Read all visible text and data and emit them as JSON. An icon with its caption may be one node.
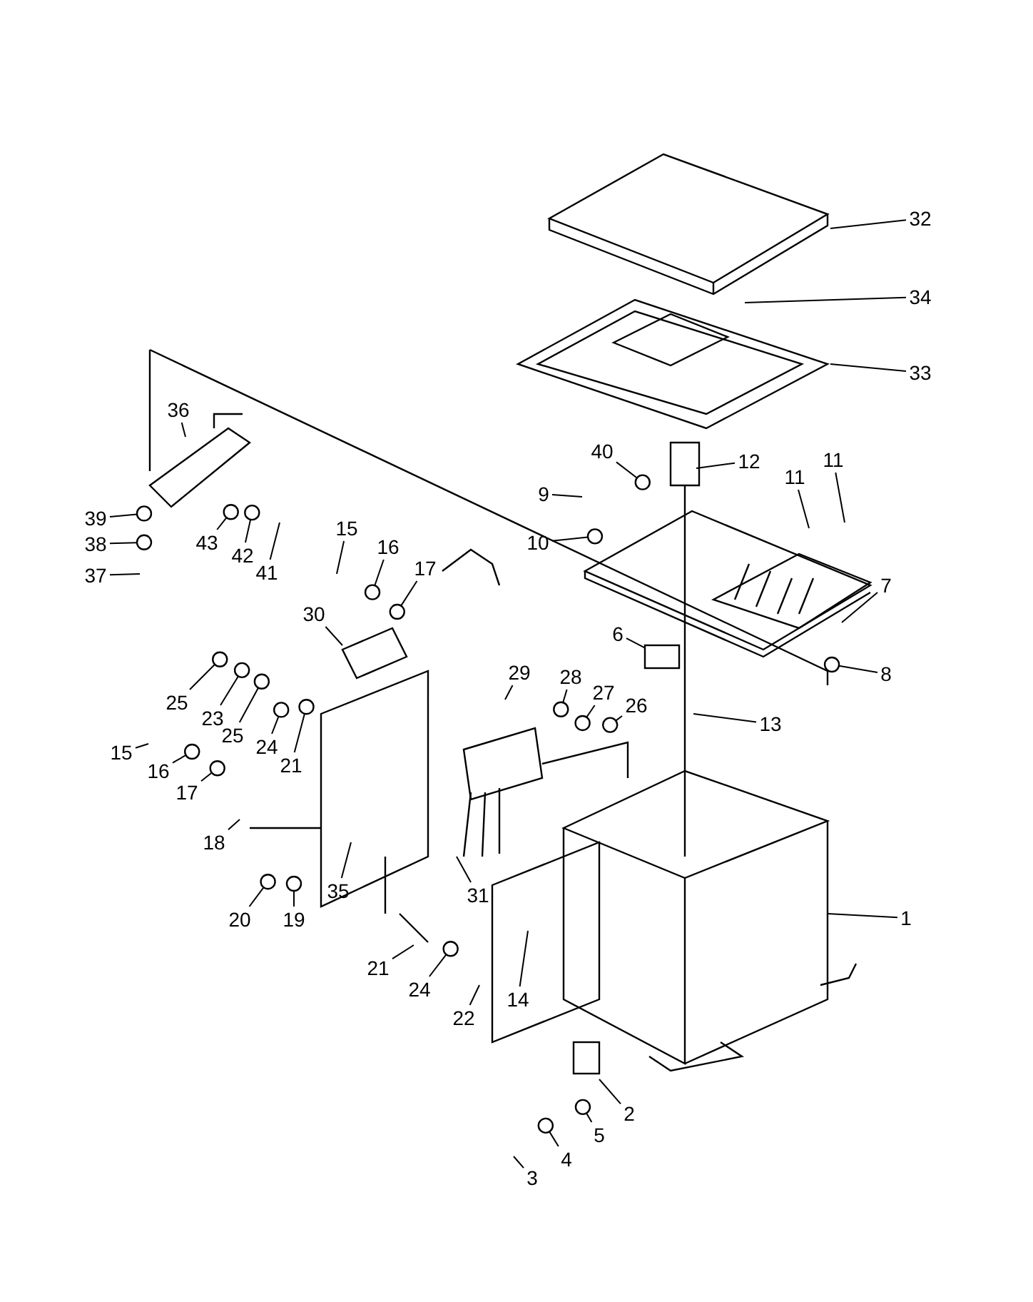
{
  "diagram": {
    "nodes": [
      {
        "text": [
          "32"
        ]
      },
      {
        "text": [
          "34"
        ]
      },
      {
        "text": [
          "33"
        ]
      },
      {
        "text": [
          "36"
        ]
      },
      {
        "text": [
          "40"
        ]
      },
      {
        "text": [
          "12"
        ]
      },
      {
        "text": [
          "11"
        ]
      },
      {
        "text": [
          "11"
        ]
      },
      {
        "text": [
          "9"
        ]
      },
      {
        "text": [
          "39"
        ]
      },
      {
        "text": [
          "38"
        ]
      },
      {
        "text": [
          "10"
        ]
      },
      {
        "text": [
          "43"
        ]
      },
      {
        "text": [
          "42"
        ]
      },
      {
        "text": [
          "41"
        ]
      },
      {
        "text": [
          "15"
        ]
      },
      {
        "text": [
          "16"
        ]
      },
      {
        "text": [
          "17"
        ]
      },
      {
        "text": [
          "37"
        ]
      },
      {
        "text": [
          "7"
        ]
      },
      {
        "text": [
          "30"
        ]
      },
      {
        "text": [
          "6"
        ]
      },
      {
        "text": [
          "8"
        ]
      },
      {
        "text": [
          "29"
        ]
      },
      {
        "text": [
          "28"
        ]
      },
      {
        "text": [
          "27"
        ]
      },
      {
        "text": [
          "26"
        ]
      },
      {
        "text": [
          "25"
        ]
      },
      {
        "text": [
          "23"
        ]
      },
      {
        "text": [
          "25"
        ]
      },
      {
        "text": [
          "13"
        ]
      },
      {
        "text": [
          "24"
        ]
      },
      {
        "text": [
          "21"
        ]
      },
      {
        "text": [
          "15"
        ]
      },
      {
        "text": [
          "16"
        ]
      },
      {
        "text": [
          "17"
        ]
      },
      {
        "text": [
          "18"
        ]
      },
      {
        "text": [
          "35"
        ]
      },
      {
        "text": [
          "31"
        ]
      },
      {
        "text": [
          "20"
        ]
      },
      {
        "text": [
          "19"
        ]
      },
      {
        "text": [
          "1"
        ]
      },
      {
        "text": [
          "21"
        ]
      },
      {
        "text": [
          "24"
        ]
      },
      {
        "text": [
          "22"
        ]
      },
      {
        "text": [
          "14"
        ]
      },
      {
        "text": [
          "2"
        ]
      },
      {
        "text": [
          "5"
        ]
      },
      {
        "text": [
          "4"
        ]
      },
      {
        "text": [
          "3"
        ]
      },
      {
        "text": [],
        "shape": "circle"
      },
      {
        "text": [],
        "shape": "circle"
      },
      {
        "text": [],
        "shape": "circle"
      },
      {
        "text": [],
        "shape": "circle"
      },
      {
        "text": [],
        "shape": "circle"
      },
      {
        "text": [],
        "shape": "circle"
      },
      {
        "text": [],
        "shape": "circle"
      },
      {
        "text": [],
        "shape": "circle"
      },
      {
        "text": [],
        "shape": "circle"
      },
      {
        "text": [],
        "shape": "circle"
      },
      {
        "text": [],
        "shape": "circle"
      },
      {
        "text": [],
        "shape": "circle"
      },
      {
        "text": [],
        "shape": "circle"
      },
      {
        "text": [],
        "shape": "circle"
      },
      {
        "text": [],
        "shape": "circle"
      },
      {
        "text": [],
        "shape": "circle"
      },
      {
        "text": [],
        "shape": "circle"
      },
      {
        "text": [],
        "shape": "circle"
      },
      {
        "text": [],
        "shape": "circle"
      },
      {
        "text": [],
        "shape": "circle"
      },
      {
        "text": [],
        "shape": "circle"
      },
      {
        "text": [],
        "shape": "circle"
      },
      {
        "text": [],
        "shape": "circle"
      },
      {
        "text": [],
        "shape": "circle"
      },
      {
        "text": [],
        "shape": "box"
      }
    ],
    "edges": [
      {
        "from": 0,
        "to": null,
        "arrow": "none"
      },
      {
        "from": 1,
        "to": null,
        "arrow": "none"
      },
      {
        "from": 2,
        "to": null,
        "arrow": "none"
      },
      {
        "from": 3,
        "to": null,
        "arrow": "none"
      },
      {
        "from": 4,
        "to": 50,
        "arrow": "none"
      },
      {
        "from": 5,
        "to": null,
        "arrow": "none"
      },
      {
        "from": 6,
        "to": null,
        "arrow": "none"
      },
      {
        "from": 7,
        "to": null,
        "arrow": "none"
      },
      {
        "from": 8,
        "to": null,
        "arrow": "none"
      },
      {
        "from": 9,
        "to": 51,
        "arrow": "none"
      },
      {
        "from": 10,
        "to": 52,
        "arrow": "none"
      },
      {
        "from": 11,
        "to": 53,
        "arrow": "none"
      },
      {
        "from": 12,
        "to": 54,
        "arrow": "none"
      },
      {
        "from": 13,
        "to": 55,
        "arrow": "none"
      },
      {
        "from": 14,
        "to": null,
        "arrow": "none"
      },
      {
        "from": 15,
        "to": null,
        "arrow": "none"
      },
      {
        "from": 16,
        "to": 56,
        "arrow": "none"
      },
      {
        "from": 17,
        "to": 57,
        "arrow": "none"
      },
      {
        "from": 18,
        "to": null,
        "arrow": "none"
      },
      {
        "from": 19,
        "to": null,
        "arrow": "none"
      },
      {
        "from": 20,
        "to": null,
        "arrow": "none"
      },
      {
        "from": 21,
        "to": 74,
        "arrow": "none"
      },
      {
        "from": 22,
        "to": 58,
        "arrow": "none"
      },
      {
        "from": 23,
        "to": null,
        "arrow": "none"
      },
      {
        "from": 24,
        "to": 59,
        "arrow": "none"
      },
      {
        "from": 25,
        "to": 60,
        "arrow": "none"
      },
      {
        "from": 26,
        "to": 61,
        "arrow": "none"
      },
      {
        "from": 27,
        "to": 62,
        "arrow": "none"
      },
      {
        "from": 28,
        "to": 63,
        "arrow": "none"
      },
      {
        "from": 29,
        "to": 64,
        "arrow": "none"
      },
      {
        "from": 30,
        "to": null,
        "arrow": "none"
      },
      {
        "from": 31,
        "to": 65,
        "arrow": "none"
      },
      {
        "from": 32,
        "to": 66,
        "arrow": "none"
      },
      {
        "from": 33,
        "to": null,
        "arrow": "none"
      },
      {
        "from": 34,
        "to": 67,
        "arrow": "none"
      },
      {
        "from": 35,
        "to": 68,
        "arrow": "none"
      },
      {
        "from": 36,
        "to": null,
        "arrow": "none"
      },
      {
        "from": 37,
        "to": null,
        "arrow": "none"
      },
      {
        "from": 38,
        "to": null,
        "arrow": "none"
      },
      {
        "from": 39,
        "to": 69,
        "arrow": "none"
      },
      {
        "from": 40,
        "to": 70,
        "arrow": "none"
      },
      {
        "from": 41,
        "to": null,
        "arrow": "none"
      },
      {
        "from": 42,
        "to": null,
        "arrow": "none"
      },
      {
        "from": 43,
        "to": 71,
        "arrow": "none"
      },
      {
        "from": 44,
        "to": null,
        "arrow": "none"
      },
      {
        "from": 45,
        "to": null,
        "arrow": "none"
      },
      {
        "from": 46,
        "to": null,
        "arrow": "none"
      },
      {
        "from": 47,
        "to": 72,
        "arrow": "none"
      },
      {
        "from": 48,
        "to": 73,
        "arrow": "none"
      },
      {
        "from": 49,
        "to": null,
        "arrow": "none"
      }
    ]
  }
}
